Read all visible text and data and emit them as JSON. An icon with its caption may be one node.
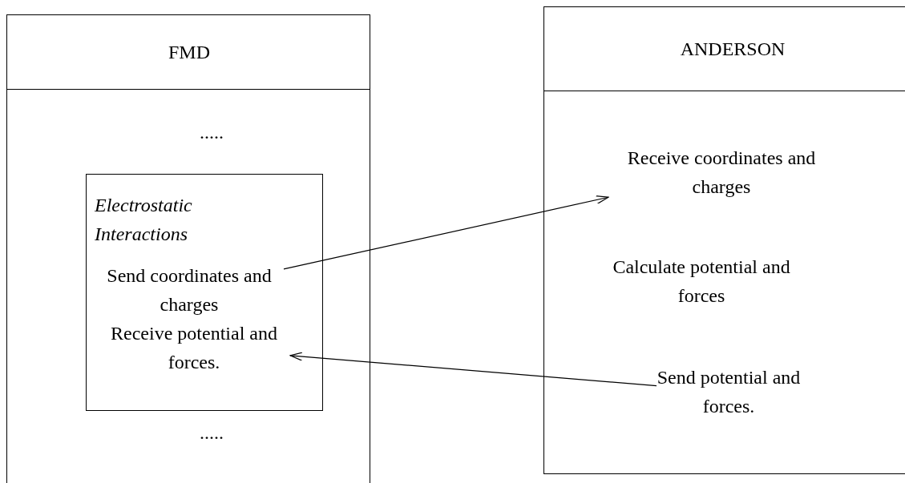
{
  "diagram": {
    "nodes": [
      {
        "text": [
          "FMD"
        ]
      },
      {
        "text": [
          "Electrostatic Interactions"
        ],
        "in": 0
      },
      {
        "text": [
          "Send coordinates and charges"
        ],
        "in": 1
      },
      {
        "text": [
          "Receive potential and forces."
        ],
        "in": 1
      },
      {
        "text": [
          "ANDERSON"
        ]
      },
      {
        "text": [
          "Receive coordinates and charges"
        ],
        "in": 4
      },
      {
        "text": [
          "Send potential and forces."
        ],
        "in": 4
      }
    ],
    "edges": [
      {
        "from": 2,
        "to": 5,
        "arrow": "to"
      },
      {
        "from": 6,
        "to": 3,
        "arrow": "to"
      }
    ],
    "labels": [
      ".....",
      ".....",
      "Calculate potential and forces"
    ]
  }
}
